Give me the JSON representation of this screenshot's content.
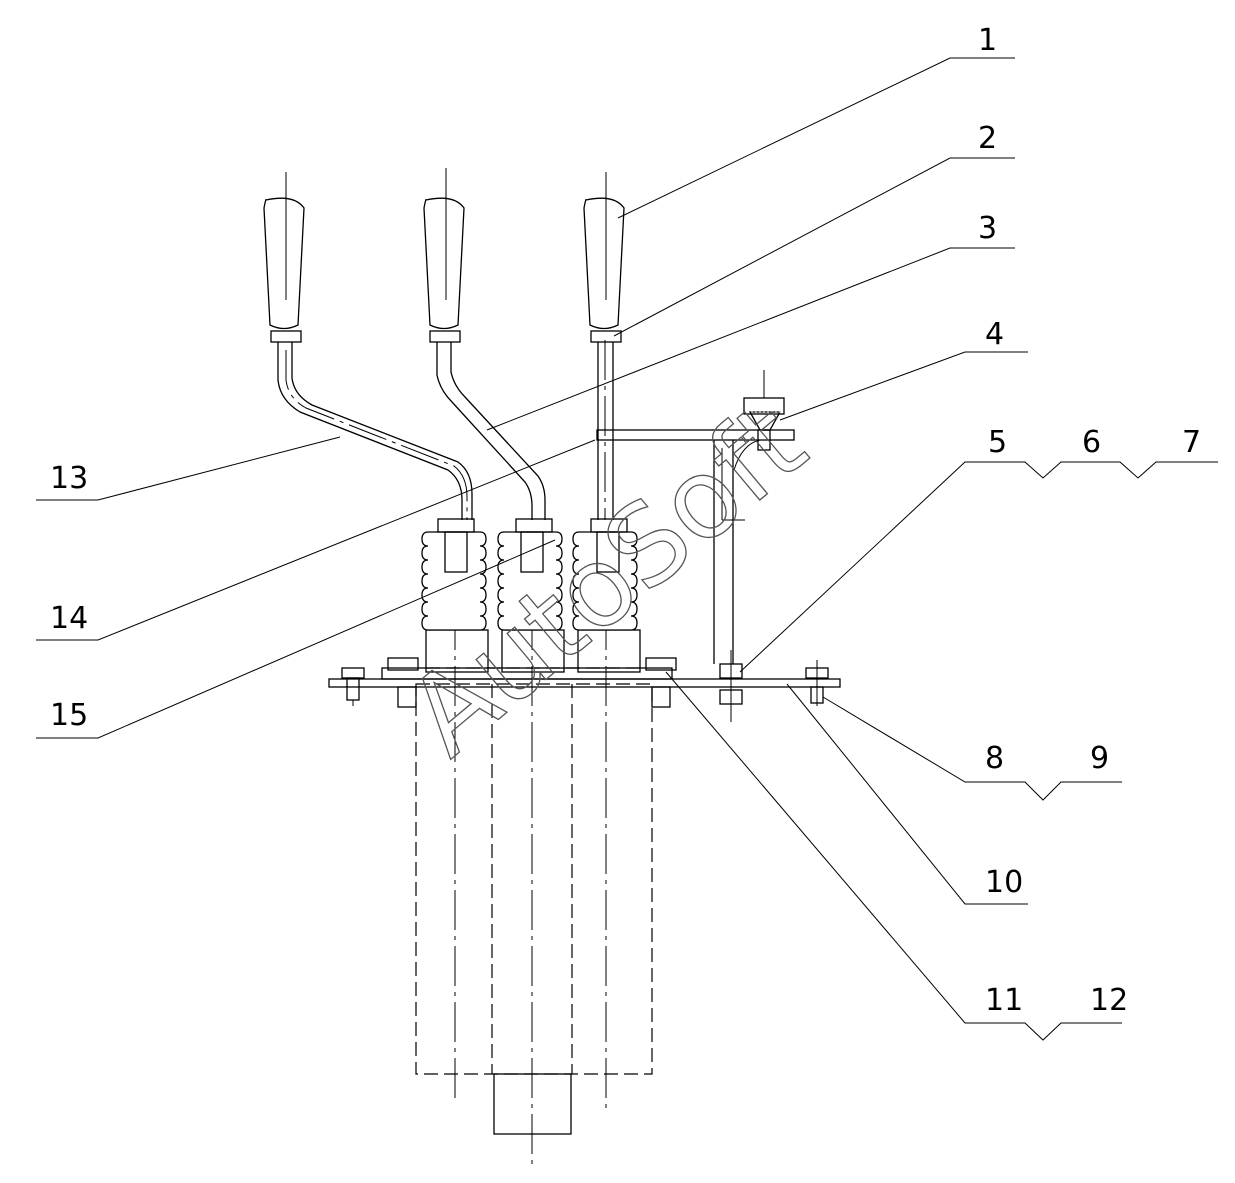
{
  "drawing": {
    "callouts": [
      {
        "id": "c1",
        "labels": [
          "1"
        ]
      },
      {
        "id": "c2",
        "labels": [
          "2"
        ]
      },
      {
        "id": "c3",
        "labels": [
          "3"
        ]
      },
      {
        "id": "c4",
        "labels": [
          "4"
        ]
      },
      {
        "id": "c5",
        "labels": [
          "5",
          "6",
          "7"
        ]
      },
      {
        "id": "c8",
        "labels": [
          "8",
          "9"
        ]
      },
      {
        "id": "c10",
        "labels": [
          "10"
        ]
      },
      {
        "id": "c11",
        "labels": [
          "11",
          "12"
        ]
      },
      {
        "id": "c13",
        "labels": [
          "13"
        ]
      },
      {
        "id": "c14",
        "labels": [
          "14"
        ]
      },
      {
        "id": "c15",
        "labels": [
          "15"
        ]
      }
    ],
    "watermark": "AutoSoft"
  }
}
